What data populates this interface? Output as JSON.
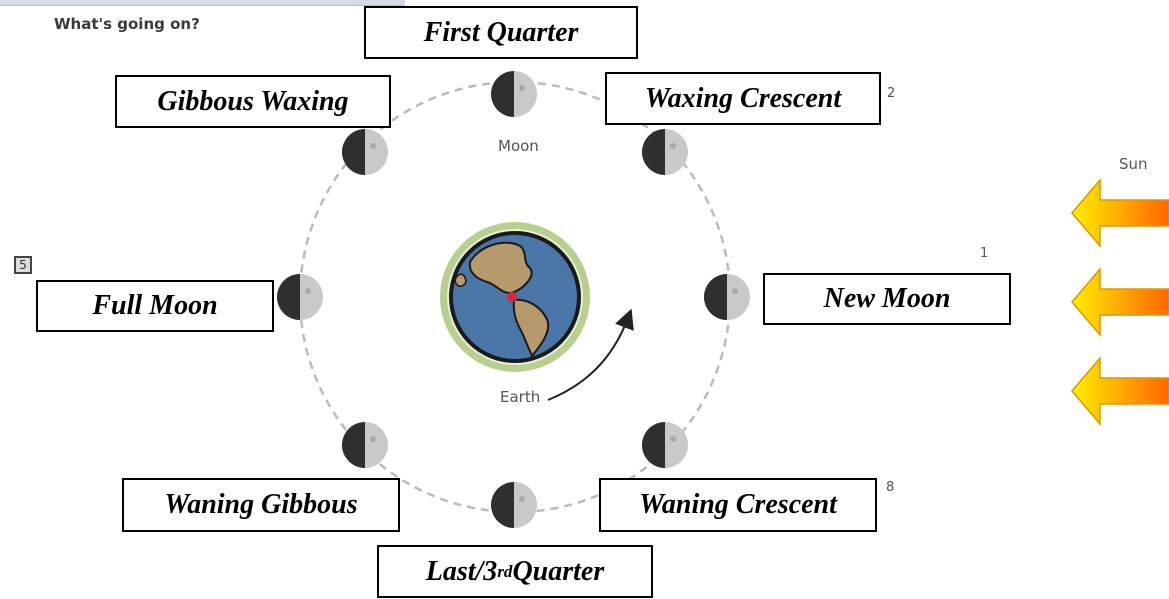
{
  "heading": "What's going on?",
  "phases": [
    {
      "label": "First Quarter"
    },
    {
      "label": "Waxing Crescent"
    },
    {
      "label": "New Moon"
    },
    {
      "label": "Waning Crescent"
    },
    {
      "label": "Last/3",
      "sup": "rd",
      "rest": " Quarter"
    },
    {
      "label": "Waning Gibbous"
    },
    {
      "label": "Full Moon"
    },
    {
      "label": "Gibbous Waxing"
    }
  ],
  "numbers": {
    "n1": "1",
    "n2": "2",
    "n5": "5",
    "n8": "8"
  },
  "moon_label": "Moon",
  "earth_label": "Earth",
  "sun_label": "Sun",
  "colors": {
    "orbit": "#bbbbbb",
    "moon_dark": "#2f2f2f",
    "moon_light": "#c9c9c9",
    "ocean": "#4a76a8",
    "land": "#b79a6b",
    "ring": "#b7cf8f",
    "arrow_start": "#ffef00",
    "arrow_end": "#ff6a00"
  }
}
